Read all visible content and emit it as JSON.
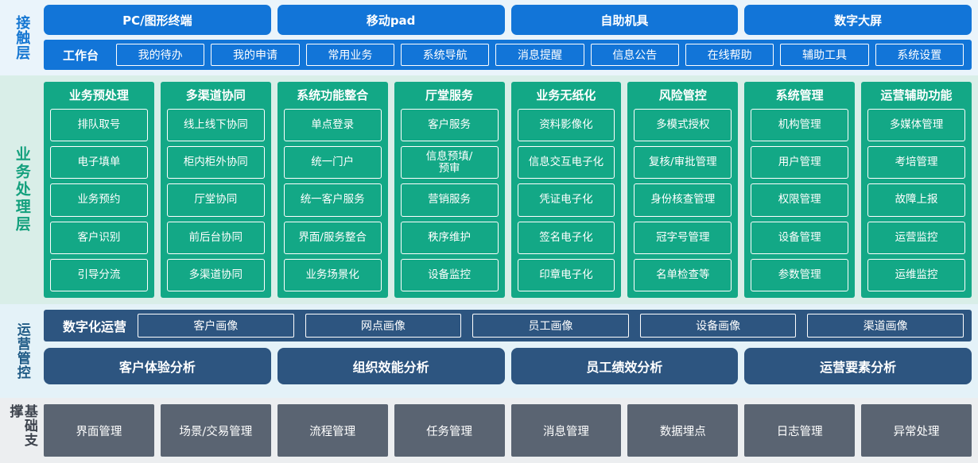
{
  "layers": {
    "contact": {
      "label": "接触层",
      "accent": "#1275d8",
      "channels": [
        {
          "label": "PC/图形终端"
        },
        {
          "label": "移动pad"
        },
        {
          "label": "自助机具"
        },
        {
          "label": "数字大屏"
        }
      ],
      "workbench_title": "工作台",
      "workbench_items": [
        {
          "label": "我的待办"
        },
        {
          "label": "我的申请"
        },
        {
          "label": "常用业务"
        },
        {
          "label": "系统导航"
        },
        {
          "label": "消息提醒"
        },
        {
          "label": "信息公告"
        },
        {
          "label": "在线帮助"
        },
        {
          "label": "辅助工具"
        },
        {
          "label": "系统设置"
        }
      ]
    },
    "business": {
      "label": "业务处理层",
      "accent": "#13a886",
      "columns": [
        {
          "title": "业务预处理",
          "items": [
            {
              "label": "排队取号"
            },
            {
              "label": "电子填单"
            },
            {
              "label": "业务预约"
            },
            {
              "label": "客户识别"
            },
            {
              "label": "引导分流"
            }
          ]
        },
        {
          "title": "多渠道协同",
          "items": [
            {
              "label": "线上线下协同"
            },
            {
              "label": "柜内柜外协同"
            },
            {
              "label": "厅堂协同"
            },
            {
              "label": "前后台协同"
            },
            {
              "label": "多渠道协同"
            }
          ]
        },
        {
          "title": "系统功能整合",
          "items": [
            {
              "label": "单点登录"
            },
            {
              "label": "统一门户"
            },
            {
              "label": "统一客户服务"
            },
            {
              "label": "界面/服务整合"
            },
            {
              "label": "业务场景化"
            }
          ]
        },
        {
          "title": "厅堂服务",
          "items": [
            {
              "label": "客户服务"
            },
            {
              "label": "信息预填/\n预审"
            },
            {
              "label": "营销服务"
            },
            {
              "label": "秩序维护"
            },
            {
              "label": "设备监控"
            }
          ]
        },
        {
          "title": "业务无纸化",
          "items": [
            {
              "label": "资料影像化"
            },
            {
              "label": "信息交互电子化"
            },
            {
              "label": "凭证电子化"
            },
            {
              "label": "签名电子化"
            },
            {
              "label": "印章电子化"
            }
          ]
        },
        {
          "title": "风险管控",
          "items": [
            {
              "label": "多模式授权"
            },
            {
              "label": "复核/审批管理"
            },
            {
              "label": "身份核查管理"
            },
            {
              "label": "冠字号管理"
            },
            {
              "label": "名单检查等"
            }
          ]
        },
        {
          "title": "系统管理",
          "items": [
            {
              "label": "机构管理"
            },
            {
              "label": "用户管理"
            },
            {
              "label": "权限管理"
            },
            {
              "label": "设备管理"
            },
            {
              "label": "参数管理"
            }
          ]
        },
        {
          "title": "运营辅助功能",
          "items": [
            {
              "label": "多媒体管理"
            },
            {
              "label": "考培管理"
            },
            {
              "label": "故障上报"
            },
            {
              "label": "运营监控"
            },
            {
              "label": "运维监控"
            }
          ]
        }
      ]
    },
    "operations": {
      "label": "运营管控",
      "accent": "#2d5580",
      "digital_title": "数字化运营",
      "portraits": [
        {
          "label": "客户画像"
        },
        {
          "label": "网点画像"
        },
        {
          "label": "员工画像"
        },
        {
          "label": "设备画像"
        },
        {
          "label": "渠道画像"
        }
      ],
      "analysis": [
        {
          "label": "客户体验分析"
        },
        {
          "label": "组织效能分析"
        },
        {
          "label": "员工绩效分析"
        },
        {
          "label": "运营要素分析"
        }
      ]
    },
    "foundation": {
      "label": "基础支撑",
      "accent": "#5a6472",
      "items": [
        {
          "label": "界面管理"
        },
        {
          "label": "场景/交易管理"
        },
        {
          "label": "流程管理"
        },
        {
          "label": "任务管理"
        },
        {
          "label": "消息管理"
        },
        {
          "label": "数据埋点"
        },
        {
          "label": "日志管理"
        },
        {
          "label": "异常处理"
        }
      ]
    }
  }
}
